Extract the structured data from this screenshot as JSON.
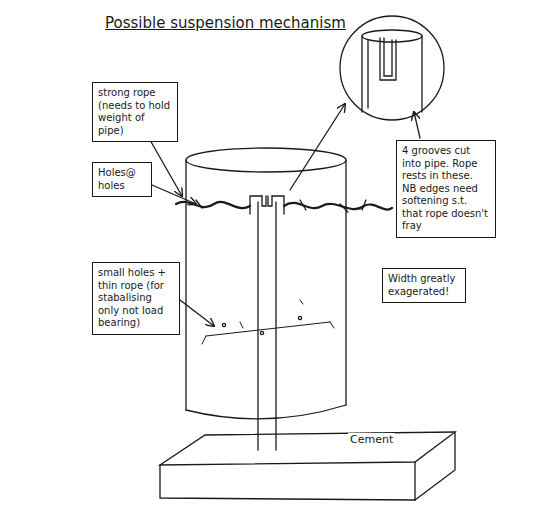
{
  "diagram": {
    "title": "Possible suspension mechanism",
    "nodes": [
      {
        "text": [
          "strong rope (needs to hold weight of pipe)"
        ]
      },
      {
        "text": [
          "4 grooves cut into pipe. Rope rests in these. NB edges need softening s.t. that rope doesn't fray"
        ]
      },
      {
        "text": [
          "Holes@ holes"
        ]
      },
      {
        "text": [
          "small holes + thin rope (for stabalising only not load bearing)"
        ]
      },
      {
        "text": [
          "Width greatly exagerated!"
        ]
      }
    ],
    "labels": [
      "Cement"
    ]
  }
}
